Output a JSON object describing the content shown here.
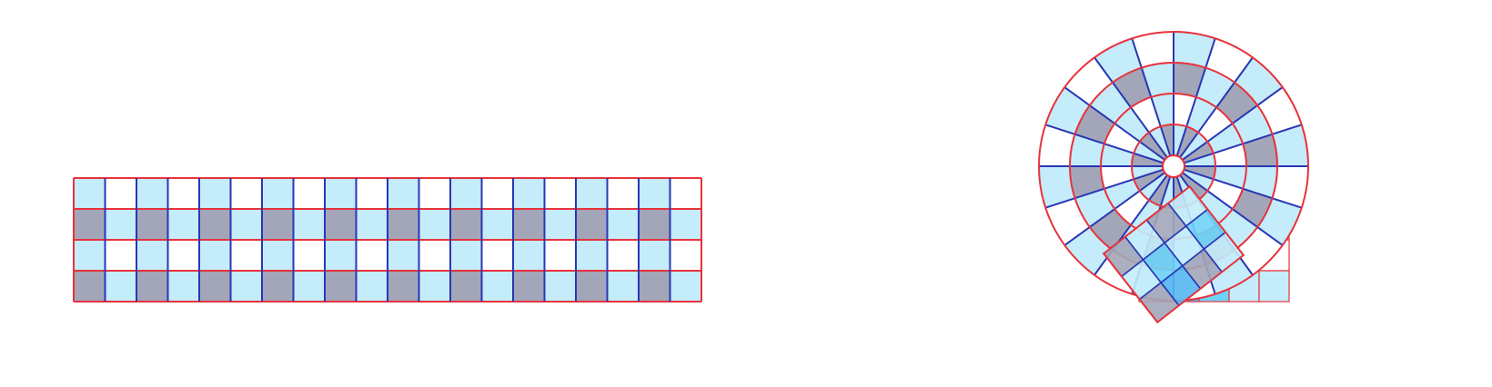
{
  "colors": {
    "background": "#ffffff",
    "light": "#c4ecfa",
    "dark": "#a3a6b8",
    "white": "#ffffff",
    "bright": "#6fd3f7",
    "deep": "#55b7f2",
    "line_red": "#e8323c",
    "line_blue": "#2a36b4"
  },
  "strip": {
    "columns": 20,
    "rows": 4,
    "cells": [
      [
        "L",
        "W",
        "L",
        "W",
        "L",
        "W",
        "L",
        "W",
        "L",
        "W",
        "L",
        "W",
        "L",
        "W",
        "L",
        "W",
        "L",
        "W",
        "L",
        "W"
      ],
      [
        "D",
        "L",
        "D",
        "L",
        "D",
        "L",
        "D",
        "L",
        "D",
        "L",
        "D",
        "L",
        "D",
        "L",
        "D",
        "L",
        "D",
        "L",
        "D",
        "L"
      ],
      [
        "L",
        "W",
        "L",
        "W",
        "L",
        "W",
        "L",
        "W",
        "L",
        "W",
        "L",
        "W",
        "L",
        "W",
        "L",
        "W",
        "L",
        "W",
        "L",
        "W"
      ],
      [
        "D",
        "L",
        "D",
        "L",
        "D",
        "L",
        "D",
        "L",
        "D",
        "L",
        "D",
        "L",
        "D",
        "L",
        "D",
        "L",
        "D",
        "L",
        "D",
        "L"
      ]
    ]
  },
  "spiral": {
    "rings": 4,
    "sectors": 20,
    "ring_cells": [
      [
        "L",
        "D",
        "L",
        "D",
        "L",
        "D",
        "L",
        "D",
        "L",
        "D",
        "L",
        "D",
        "L",
        "D",
        "L",
        "D",
        "L",
        "D",
        "L",
        "D"
      ],
      [
        "W",
        "L",
        "W",
        "L",
        "W",
        "L",
        "W",
        "L",
        "W",
        "L",
        "W",
        "L",
        "W",
        "L",
        "W",
        "L",
        "W",
        "L",
        "W",
        "L"
      ],
      [
        "D",
        "L",
        "D",
        "L",
        "D",
        "L",
        "D",
        "L",
        "D",
        "L",
        "D",
        "L",
        "D",
        "L",
        "D",
        "L",
        "D",
        "L",
        "D",
        "L"
      ],
      [
        "L",
        "W",
        "L",
        "W",
        "L",
        "W",
        "L",
        "W",
        "L",
        "W",
        "L",
        "W",
        "L",
        "W",
        "L",
        "W",
        "L",
        "W",
        "L",
        "W"
      ]
    ]
  }
}
